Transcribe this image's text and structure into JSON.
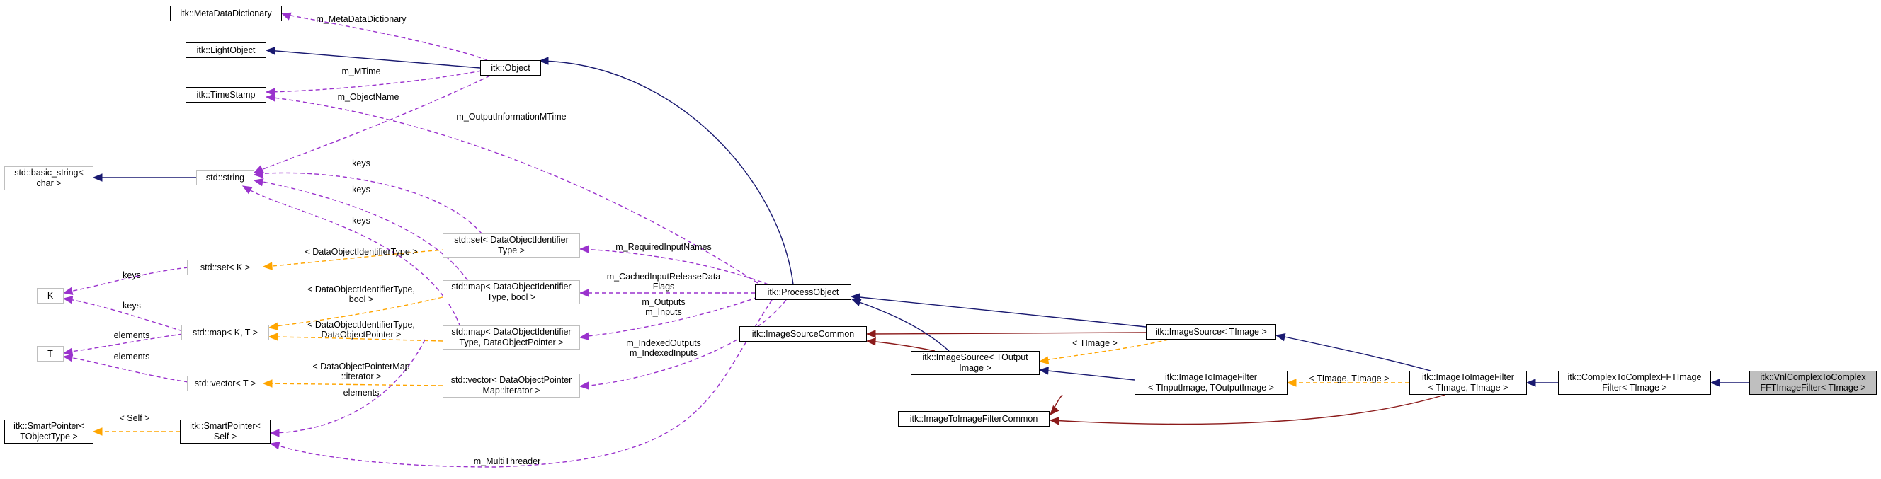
{
  "nodes": {
    "metadict": [
      "itk::MetaDataDictionary"
    ],
    "lightobj": [
      "itk::LightObject"
    ],
    "timestamp": [
      "itk::TimeStamp"
    ],
    "object": [
      "itk::Object"
    ],
    "basicstring": [
      "std::basic_string<",
      "char >"
    ],
    "stdstring": [
      "std::string"
    ],
    "K": [
      "K"
    ],
    "T": [
      "T"
    ],
    "smartptr_obj": [
      "itk::SmartPointer<",
      "TObjectType >"
    ],
    "stdset_k": [
      "std::set< K >"
    ],
    "stdmap_kt": [
      "std::map< K, T >"
    ],
    "stdvector_t": [
      "std::vector< T >"
    ],
    "smartptr_self": [
      "itk::SmartPointer<",
      "Self >"
    ],
    "set_doi": [
      "std::set< DataObjectIdentifier",
      "Type >"
    ],
    "map_doi_bool": [
      "std::map< DataObjectIdentifier",
      "Type, bool >"
    ],
    "map_doi_dop": [
      "std::map< DataObjectIdentifier",
      "Type, DataObjectPointer >"
    ],
    "vector_dopmap": [
      "std::vector< DataObjectPointer",
      "Map::iterator >"
    ],
    "processobject": [
      "itk::ProcessObject"
    ],
    "imgsrccommon": [
      "itk::ImageSourceCommon"
    ],
    "imgsrc_tout": [
      "itk::ImageSource< TOutput",
      "Image >"
    ],
    "imgsrc_timg": [
      "itk::ImageSource< TImage >"
    ],
    "i2ifcommon": [
      "itk::ImageToImageFilterCommon"
    ],
    "i2if_tin_tout": [
      "itk::ImageToImageFilter",
      "< TInputImage, TOutputImage >"
    ],
    "i2if_timg": [
      "itk::ImageToImageFilter",
      "< TImage, TImage >"
    ],
    "c2cfft": [
      "itk::ComplexToComplexFFTImage",
      "Filter< TImage >"
    ],
    "vnlc2cfft": [
      "itk::VnlComplexToComplex",
      "FFTImageFilter< TImage >"
    ]
  },
  "edge_labels": {
    "m_metadatadictionary": [
      "m_MetaDataDictionary"
    ],
    "m_mtime": [
      "m_MTime"
    ],
    "m_objectname": [
      "m_ObjectName"
    ],
    "m_outputinformationmtime": [
      "m_OutputInformationMTime"
    ],
    "keys_set": [
      "keys"
    ],
    "keys_map": [
      "keys"
    ],
    "keys_vector": [
      "keys"
    ],
    "keys_k_set": [
      "keys"
    ],
    "keys_k_map": [
      "keys"
    ],
    "elements_t_map": [
      "elements"
    ],
    "elements_t_vector": [
      "elements"
    ],
    "elements_smartptr": [
      "elements"
    ],
    "tmpl_set": [
      "< DataObjectIdentifierType >"
    ],
    "tmpl_map_bool": [
      "< DataObjectIdentifierType,",
      "bool >"
    ],
    "tmpl_map_dop": [
      "< DataObjectIdentifierType,",
      "DataObjectPointer >"
    ],
    "tmpl_vector": [
      "< DataObjectPointerMap",
      "::iterator >"
    ],
    "tmpl_self": [
      "< Self >"
    ],
    "m_requiredinputnames": [
      "m_RequiredInputNames"
    ],
    "m_cachedinputreleasedataflags": [
      "m_CachedInputReleaseData",
      "Flags"
    ],
    "m_outputs_inputs": [
      "m_Outputs",
      "m_Inputs"
    ],
    "m_indexed": [
      "m_IndexedOutputs",
      "m_IndexedInputs"
    ],
    "m_multithreader": [
      "m_MultiThreader"
    ],
    "tmpl_timage": [
      "< TImage >"
    ],
    "tmpl_timage_timage": [
      "< TImage, TImage >"
    ]
  },
  "colors": {
    "inheritance": "#191970",
    "composition": "#9a32cd",
    "template": "#ffa500",
    "private_inheritance": "#8b1a1a",
    "focus_fill": "#bfbfbf",
    "undocumented_border": "#bfbfbf"
  }
}
